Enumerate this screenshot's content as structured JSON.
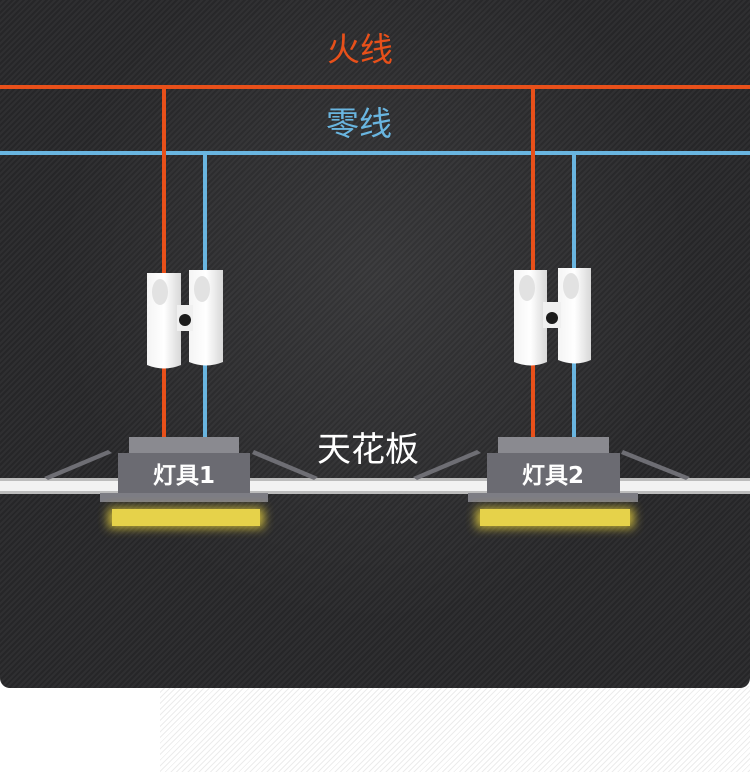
{
  "labels": {
    "live_wire": "火线",
    "neutral_wire": "零线",
    "ceiling": "天花板"
  },
  "fixtures": [
    {
      "label": "灯具1"
    },
    {
      "label": "灯具2"
    }
  ],
  "colors": {
    "live_wire": "#e8501a",
    "neutral_wire": "#69b5e0",
    "background": "#2a2a2c",
    "fixture_body": "#6b6b72",
    "fixture_cap": "#8a8a90",
    "light_glow": "#d9c43a",
    "ceiling_line": "#e8e8e8"
  }
}
